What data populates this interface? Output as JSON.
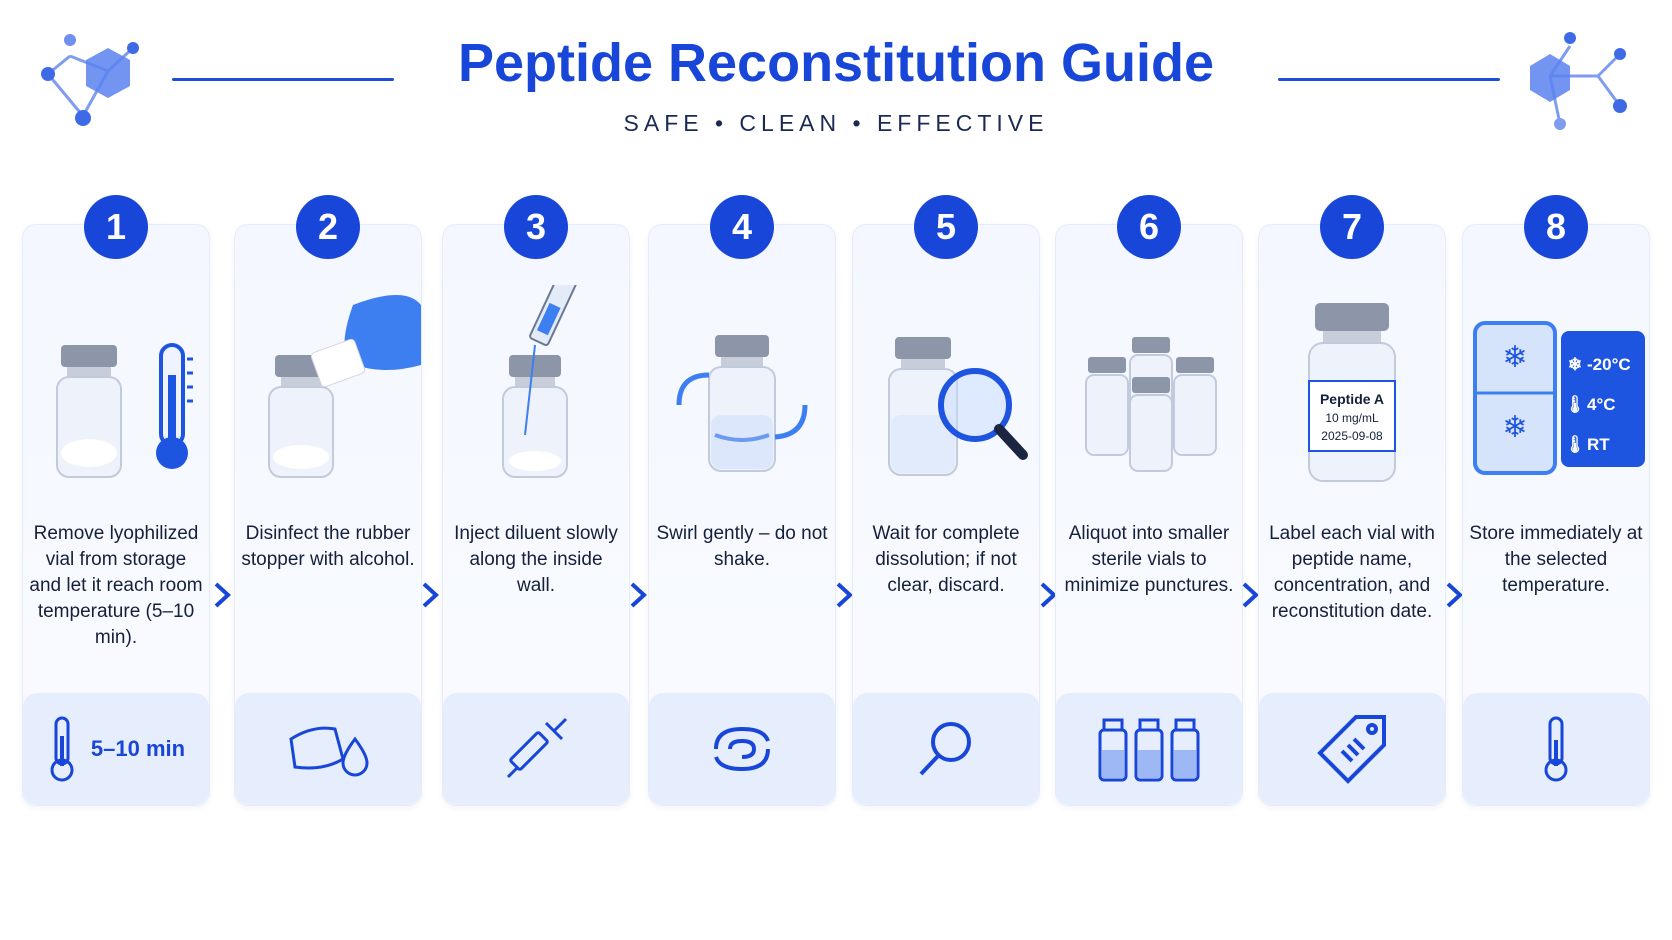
{
  "header": {
    "title": "Peptide Reconstitution Guide",
    "subtitle": "SAFE • CLEAN • EFFECTIVE"
  },
  "colors": {
    "accent": "#1846d8",
    "card_bg": "#f4f7ff",
    "footer_bg": "#e6edfd"
  },
  "steps": [
    {
      "number": "1",
      "text": "Remove lyophilized vial from storage and let it reach room temperature (5–10 min).",
      "icon": "thermometer-icon",
      "footer_label": "5–10 min"
    },
    {
      "number": "2",
      "text": "Disinfect the rubber stopper with alcohol.",
      "icon": "wipe-drop-icon"
    },
    {
      "number": "3",
      "text": "Inject diluent slowly along the inside wall.",
      "icon": "syringe-icon"
    },
    {
      "number": "4",
      "text": "Swirl gently – do not shake.",
      "icon": "swirl-icon"
    },
    {
      "number": "5",
      "text": "Wait for complete dissolution; if not clear, discard.",
      "icon": "magnifier-icon"
    },
    {
      "number": "6",
      "text": "Aliquot into smaller sterile vials to minimize punctures.",
      "icon": "vials-icon"
    },
    {
      "number": "7",
      "text": "Label each vial with peptide name, concentration, and reconstitution date.",
      "icon": "tag-icon",
      "label": {
        "name": "Peptide A",
        "concentration": "10 mg/mL",
        "date": "2025-09-08"
      }
    },
    {
      "number": "8",
      "text": "Store immediately at the selected temperature.",
      "icon": "thermometer-icon",
      "storage_options": [
        "-20°C",
        "4°C",
        "RT"
      ]
    }
  ]
}
